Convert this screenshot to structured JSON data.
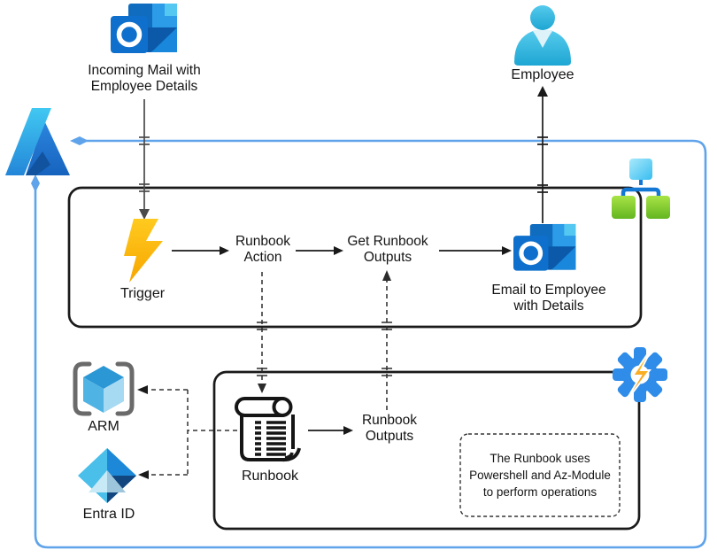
{
  "nodes": {
    "incoming_mail": {
      "label": "Incoming Mail with\nEmployee Details",
      "icon": "outlook-icon"
    },
    "employee": {
      "label": "Employee",
      "icon": "person-icon"
    },
    "trigger": {
      "label": "Trigger",
      "icon": "lightning-bolt-icon"
    },
    "runbook_action": {
      "label": "Runbook\nAction"
    },
    "get_runbook_outputs": {
      "label": "Get Runbook\nOutputs"
    },
    "email_to_employee": {
      "label": "Email to Employee\nwith Details",
      "icon": "outlook-icon"
    },
    "runbook": {
      "label": "Runbook",
      "icon": "scroll-icon"
    },
    "runbook_outputs": {
      "label": "Runbook\nOutputs"
    },
    "arm": {
      "label": "ARM",
      "icon": "arm-cube-icon"
    },
    "entra_id": {
      "label": "Entra ID",
      "icon": "entra-id-icon"
    },
    "flowchart": {
      "icon": "flowchart-icon"
    },
    "automation": {
      "icon": "automation-gear-icon"
    },
    "azure": {
      "icon": "azure-logo"
    }
  },
  "note": {
    "text": "The Runbook uses\nPowershell and Az-Module\nto perform operations"
  },
  "colors": {
    "loop_blue": "#5FA3EA",
    "box_stroke": "#1A1A1A",
    "trigger_yellow": "#FFC010",
    "outlook_blue": "#0F6CBF",
    "green_node": "#7DC82D",
    "cyan_node": "#41C3F2",
    "gear_blue": "#2F8CE8"
  }
}
